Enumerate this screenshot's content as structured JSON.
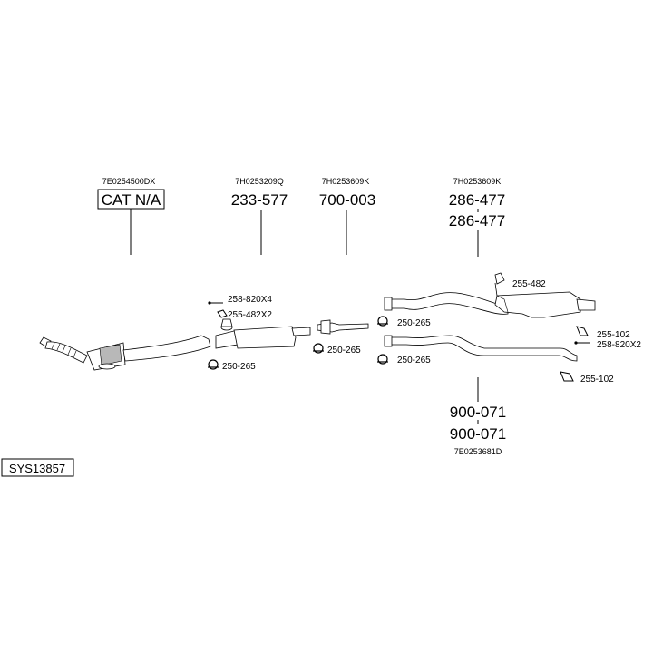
{
  "system_id": "SYS13857",
  "sections": [
    {
      "oem": "7E0254500DX",
      "parts": [
        "CAT N/A"
      ]
    },
    {
      "oem": "7H0253209Q",
      "parts": [
        "233-577"
      ]
    },
    {
      "oem": "7H0253609K",
      "parts": [
        "700-003"
      ]
    },
    {
      "oem": "7H0253609K",
      "parts": [
        "286-477",
        "286-477"
      ]
    },
    {
      "oem": "7E0253681D",
      "parts": [
        "900-071",
        "900-071"
      ]
    }
  ],
  "clamps": [
    "258-820X4",
    "255-482X2",
    "250-265",
    "250-265",
    "250-265",
    "250-265",
    "255-482",
    "255-102",
    "258-820X2",
    "255-102"
  ]
}
